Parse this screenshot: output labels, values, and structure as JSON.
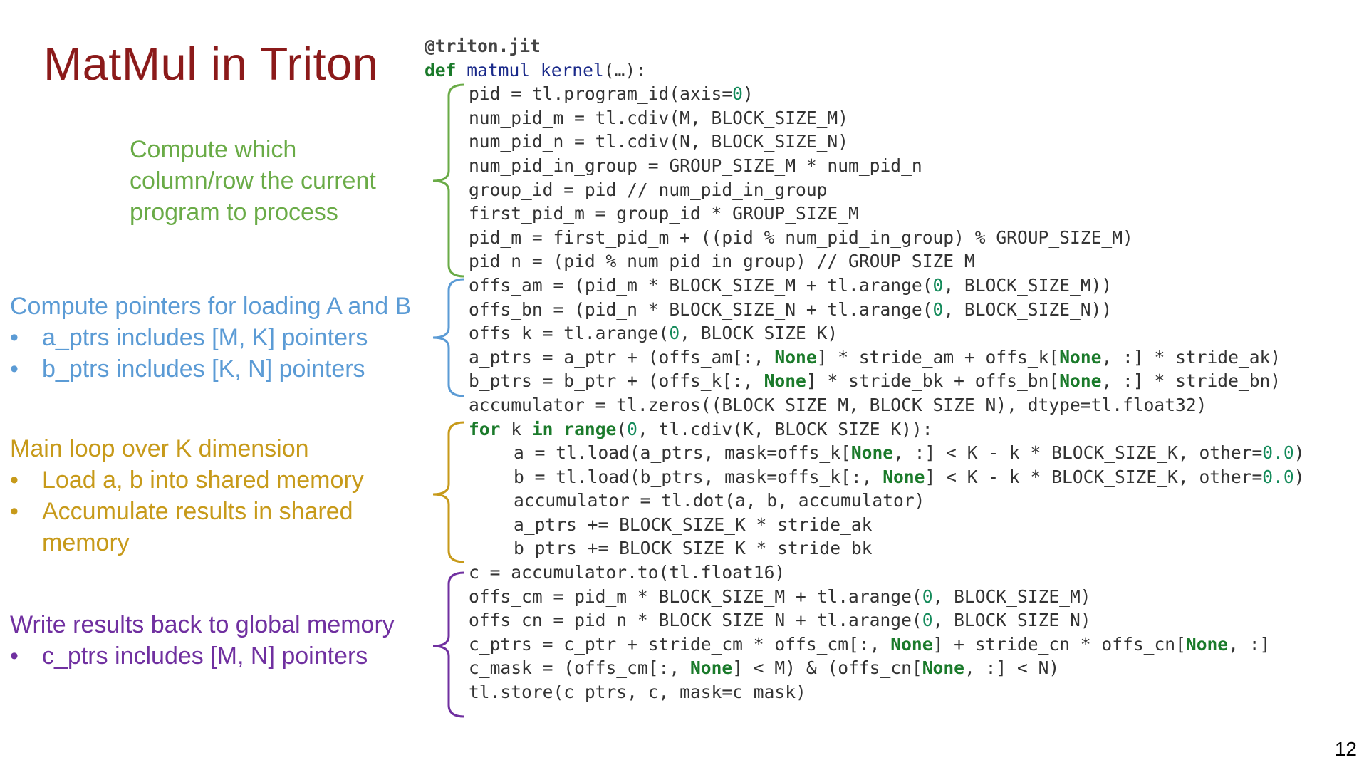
{
  "title": "MatMul in Triton",
  "page_number": "12",
  "colors": {
    "title": "#8b1a1a",
    "green": "#6aab47",
    "blue": "#5b9bd5",
    "gold": "#c79a1a",
    "purple": "#7030a0"
  },
  "annotations": {
    "compute_pid": {
      "lines": [
        "Compute which",
        "column/row the current",
        "program to process"
      ]
    },
    "compute_pointers": {
      "heading": "Compute pointers for loading A and B",
      "bullets": [
        "a_ptrs includes [M, K] pointers",
        "b_ptrs includes [K, N] pointers"
      ]
    },
    "main_loop": {
      "heading": "Main loop over K dimension",
      "bullets": [
        "Load a, b into shared memory",
        "Accumulate results in shared memory"
      ]
    },
    "write_back": {
      "heading": "Write results back to global memory",
      "bullets": [
        "c_ptrs includes [M, N] pointers"
      ]
    }
  },
  "code": {
    "decorator": "@triton.jit",
    "def_line": "def matmul_kernel(…):",
    "lines": [
      "pid = tl.program_id(axis=0)",
      "num_pid_m = tl.cdiv(M, BLOCK_SIZE_M)",
      "num_pid_n = tl.cdiv(N, BLOCK_SIZE_N)",
      "num_pid_in_group = GROUP_SIZE_M * num_pid_n",
      "group_id = pid // num_pid_in_group",
      "first_pid_m = group_id * GROUP_SIZE_M",
      "pid_m = first_pid_m + ((pid % num_pid_in_group) % GROUP_SIZE_M)",
      "pid_n = (pid % num_pid_in_group) // GROUP_SIZE_M",
      "offs_am = (pid_m * BLOCK_SIZE_M + tl.arange(0, BLOCK_SIZE_M))",
      "offs_bn = (pid_n * BLOCK_SIZE_N + tl.arange(0, BLOCK_SIZE_N))",
      "offs_k = tl.arange(0, BLOCK_SIZE_K)",
      "a_ptrs = a_ptr + (offs_am[:, None] * stride_am + offs_k[None, :] * stride_ak)",
      "b_ptrs = b_ptr + (offs_k[:, None] * stride_bk + offs_bn[None, :] * stride_bn)",
      "accumulator = tl.zeros((BLOCK_SIZE_M, BLOCK_SIZE_N), dtype=tl.float32)",
      "for k in range(0, tl.cdiv(K, BLOCK_SIZE_K)):",
      "a = tl.load(a_ptrs, mask=offs_k[None, :] < K - k * BLOCK_SIZE_K, other=0.0)",
      "b = tl.load(b_ptrs, mask=offs_k[:, None] < K - k * BLOCK_SIZE_K, other=0.0)",
      "accumulator = tl.dot(a, b, accumulator)",
      "a_ptrs += BLOCK_SIZE_K * stride_ak",
      "b_ptrs += BLOCK_SIZE_K * stride_bk",
      "c = accumulator.to(tl.float16)",
      "offs_cm = pid_m * BLOCK_SIZE_M + tl.arange(0, BLOCK_SIZE_M)",
      "offs_cn = pid_n * BLOCK_SIZE_N + tl.arange(0, BLOCK_SIZE_N)",
      "c_ptrs = c_ptr + stride_cm * offs_cm[:, None] + stride_cn * offs_cn[None, :]",
      "c_mask = (offs_cm[:, None] < M) & (offs_cn[None, :] < N)",
      "tl.store(c_ptrs, c, mask=c_mask)"
    ]
  }
}
